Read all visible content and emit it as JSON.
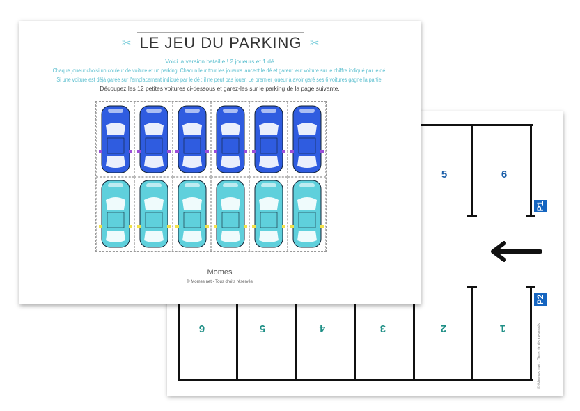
{
  "worksheet": {
    "title": "LE JEU DU PARKING",
    "intro": "Voici la version bataille ! 2 joueurs et 1 dé",
    "rule1": "Chaque joueur choisi un couleur de voiture et un parking. Chacun leur tour les joueurs lancent le dé et garent leur voiture sur le chiffre indiqué par le dé.",
    "rule2": "Si une voiture est déjà garée sur l'emplacement indiqué par le dé : il ne peut pas jouer. Le premier joueur à avoir garé ses 6 voitures gagne la partie.",
    "instruction": "Découpez les 12 petites voitures ci-dessous et garez-les sur le parking de la page suivante.",
    "logo": "Momes",
    "copyright": "© Momes.net - Tous droits réservés",
    "car_colors": {
      "player1": "#2f5ce0",
      "player2": "#5fd0dc"
    }
  },
  "parking": {
    "top_spots": [
      "5",
      "6"
    ],
    "bottom_spots": [
      "6",
      "5",
      "4",
      "3",
      "2",
      "1"
    ],
    "badge1": "P1",
    "badge2": "P2",
    "copyright": "© Momes.net - Tous droits réservés"
  }
}
